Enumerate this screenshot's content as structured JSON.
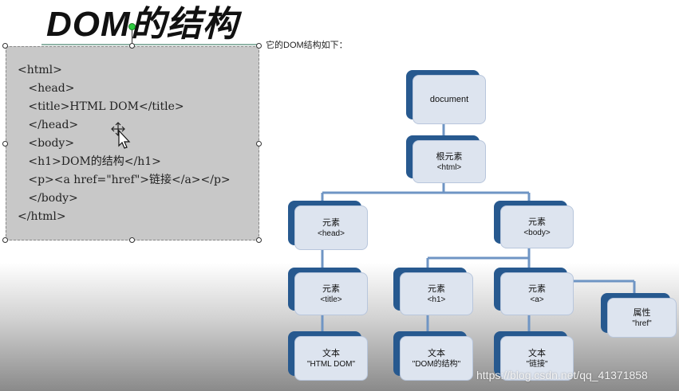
{
  "slide": {
    "title": "DOM的结构",
    "caption": "它的DOM结构如下："
  },
  "code": {
    "lines": [
      "<html>",
      "   <head>",
      "   <title>HTML DOM</title>",
      "   </head>",
      "   <body>",
      "   <h1>DOM的结构</h1>",
      "   <p><a href=\"href\">链接</a></p>",
      "   </body>",
      "</html>"
    ]
  },
  "tree": {
    "nodes": [
      {
        "id": "document",
        "line1": "document",
        "line2": ""
      },
      {
        "id": "root",
        "line1": "根元素",
        "line2": "<html>"
      },
      {
        "id": "head",
        "line1": "元素",
        "line2": "<head>"
      },
      {
        "id": "body",
        "line1": "元素",
        "line2": "<body>"
      },
      {
        "id": "title",
        "line1": "元素",
        "line2": "<title>"
      },
      {
        "id": "h1",
        "line1": "元素",
        "line2": "<h1>"
      },
      {
        "id": "a",
        "line1": "元素",
        "line2": "<a>"
      },
      {
        "id": "attr",
        "line1": "属性",
        "line2": "\"href\""
      },
      {
        "id": "text-title",
        "line1": "文本",
        "line2": "\"HTML DOM\""
      },
      {
        "id": "text-h1",
        "line1": "文本",
        "line2": "\"DOM的结构\""
      },
      {
        "id": "text-a",
        "line1": "文本",
        "line2": "\"链接\""
      }
    ]
  },
  "colors": {
    "node_fill": "#dde4ef",
    "node_shadow": "#27598f",
    "connector": "#6f95c4",
    "code_bg": "#c8c8c8"
  },
  "watermark": "https://blog.csdn.net/qq_41371858"
}
